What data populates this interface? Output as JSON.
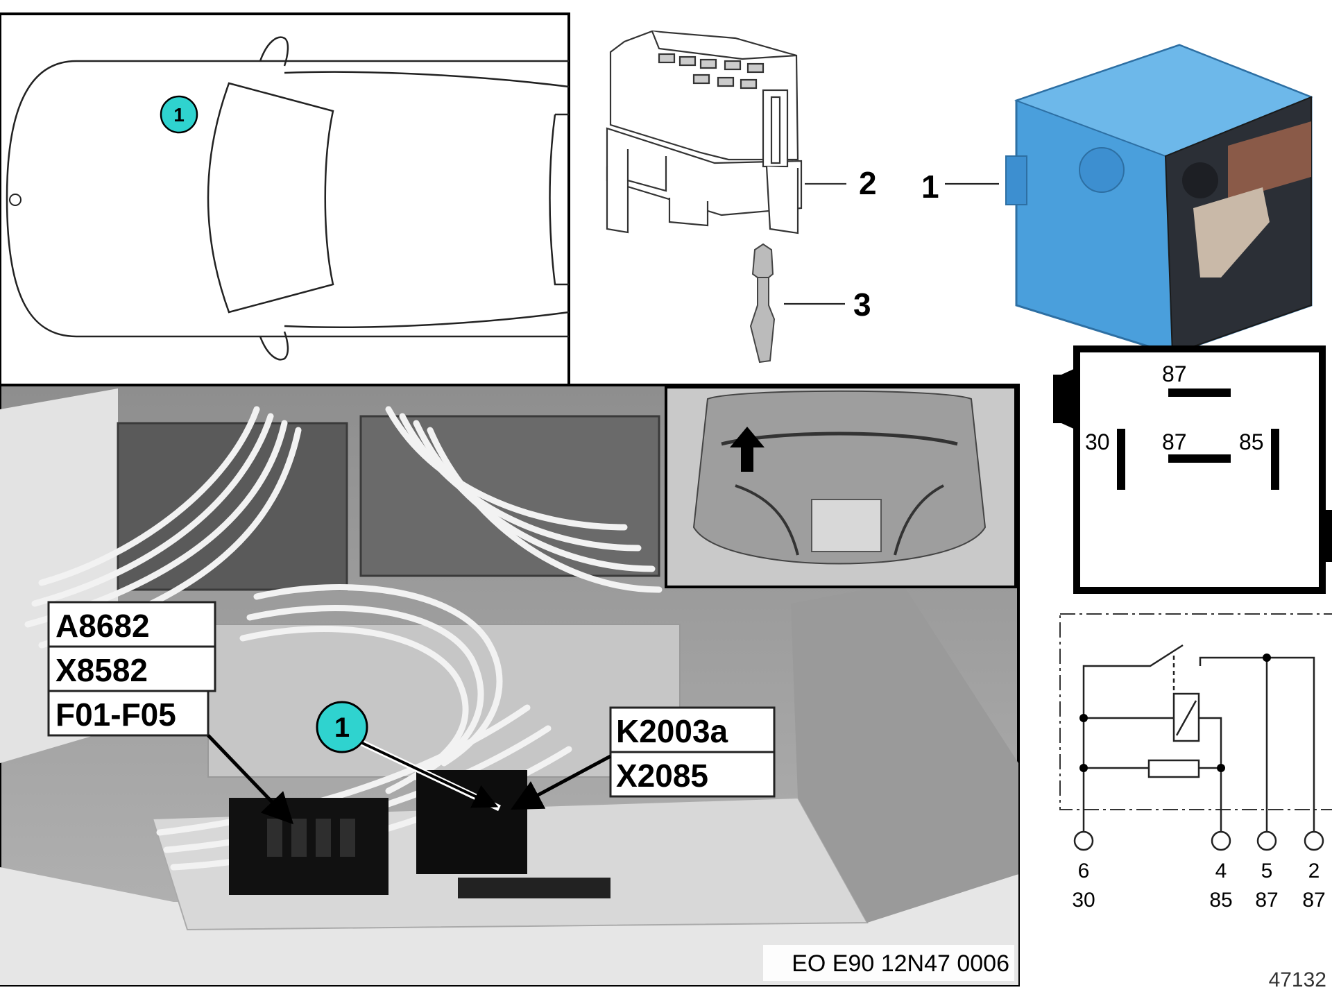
{
  "car_view": {
    "callout": "1"
  },
  "parts": [
    {
      "number": "2"
    },
    {
      "number": "1"
    },
    {
      "number": "3"
    }
  ],
  "relay_body": {
    "color": "#4a9fdc"
  },
  "photo": {
    "labels_left": [
      "A8682",
      "X8582",
      "F01-F05"
    ],
    "labels_right": [
      "K2003a",
      "X2085"
    ],
    "callout": "1",
    "reference": "EO E90 12N47 0006"
  },
  "pinout": {
    "top": "87",
    "left": "30",
    "middle": "87",
    "right": "85"
  },
  "schematic": {
    "pins": [
      {
        "number": "6",
        "terminal": "30"
      },
      {
        "number": "4",
        "terminal": "85"
      },
      {
        "number": "5",
        "terminal": "87"
      },
      {
        "number": "2",
        "terminal": "87"
      }
    ]
  },
  "drawing_number": "47132",
  "callout_color": "#2fd3cf"
}
